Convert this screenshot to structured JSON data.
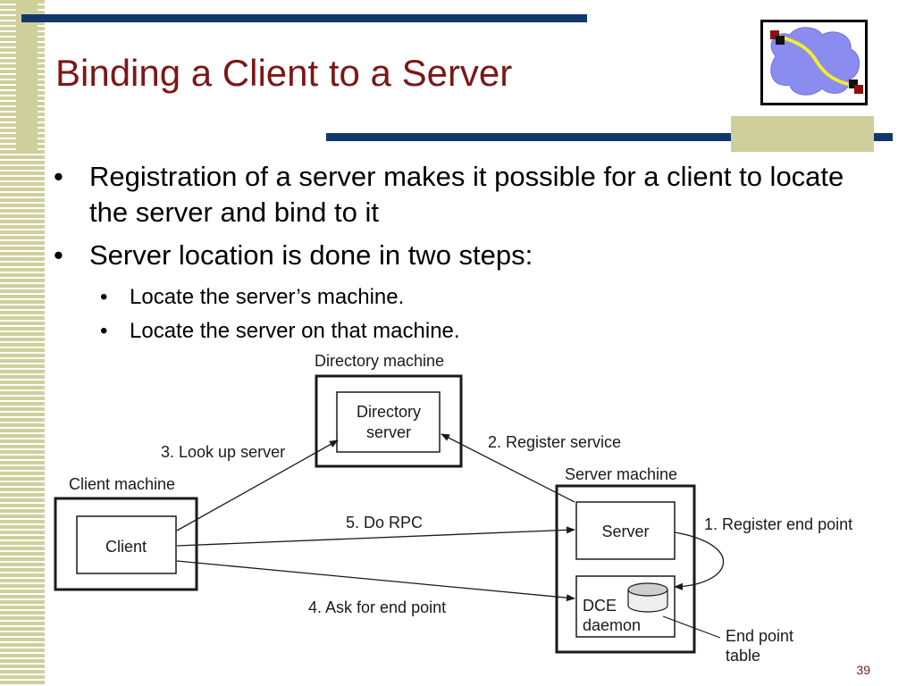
{
  "slide": {
    "title": "Binding a Client to a Server",
    "page_number": "39",
    "accent_color": "#10396b",
    "title_color": "#7a1818",
    "stripe_color": "#cfcf9c"
  },
  "logo": {
    "icon": "cloud-network-icon"
  },
  "bullets": {
    "items": [
      {
        "text": "Registration of a server makes it possible for a client to locate the server and bind to it"
      },
      {
        "text": "Server location is done in two steps:"
      }
    ],
    "sub_items": [
      {
        "text": "Locate the server’s machine."
      },
      {
        "text": "Locate the server on that machine."
      }
    ]
  },
  "diagram": {
    "directory_machine_label": "Directory machine",
    "directory_server_line1": "Directory",
    "directory_server_line2": "server",
    "client_machine_label": "Client machine",
    "client_label": "Client",
    "server_machine_label": "Server machine",
    "server_label": "Server",
    "dce_line1": "DCE",
    "dce_line2": "daemon",
    "end_point_line1": "End point",
    "end_point_line2": "table",
    "arrows": {
      "register_end_point": "1. Register end point",
      "register_service": "2. Register service",
      "look_up_server": "3. Look up server",
      "ask_end_point": "4. Ask for end point",
      "do_rpc": "5. Do RPC"
    }
  }
}
